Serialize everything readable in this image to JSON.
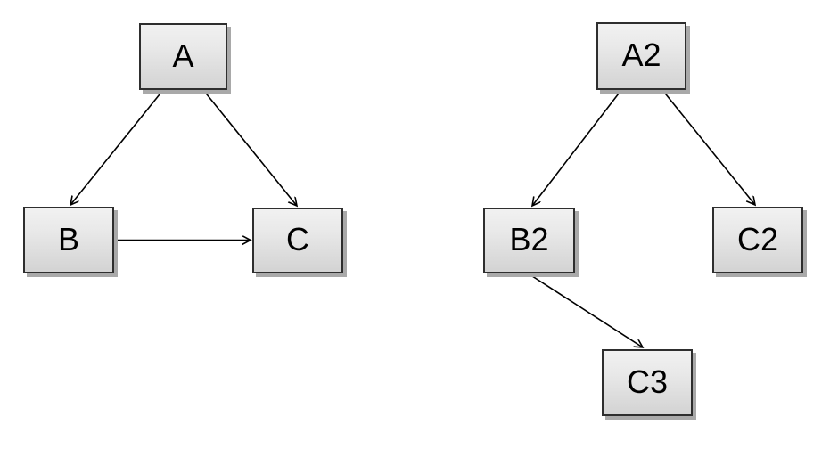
{
  "diagram": {
    "colors": {
      "background": "#ffffff",
      "node_fill_top": "#f1f1f1",
      "node_fill_bottom": "#d3d3d3",
      "node_border": "#2e2e2e",
      "node_shadow": "#a9a9a9",
      "edge": "#000000",
      "label": "#000000"
    },
    "graphs": [
      {
        "name": "left-graph",
        "nodes": [
          {
            "id": "A",
            "label": "A"
          },
          {
            "id": "B",
            "label": "B"
          },
          {
            "id": "C",
            "label": "C"
          }
        ],
        "edges": [
          {
            "from": "A",
            "to": "B"
          },
          {
            "from": "A",
            "to": "C"
          },
          {
            "from": "B",
            "to": "C"
          }
        ]
      },
      {
        "name": "right-graph",
        "nodes": [
          {
            "id": "A2",
            "label": "A2"
          },
          {
            "id": "B2",
            "label": "B2"
          },
          {
            "id": "C2",
            "label": "C2"
          },
          {
            "id": "C3",
            "label": "C3"
          }
        ],
        "edges": [
          {
            "from": "A2",
            "to": "B2"
          },
          {
            "from": "A2",
            "to": "C2"
          },
          {
            "from": "B2",
            "to": "C3"
          }
        ]
      }
    ]
  }
}
